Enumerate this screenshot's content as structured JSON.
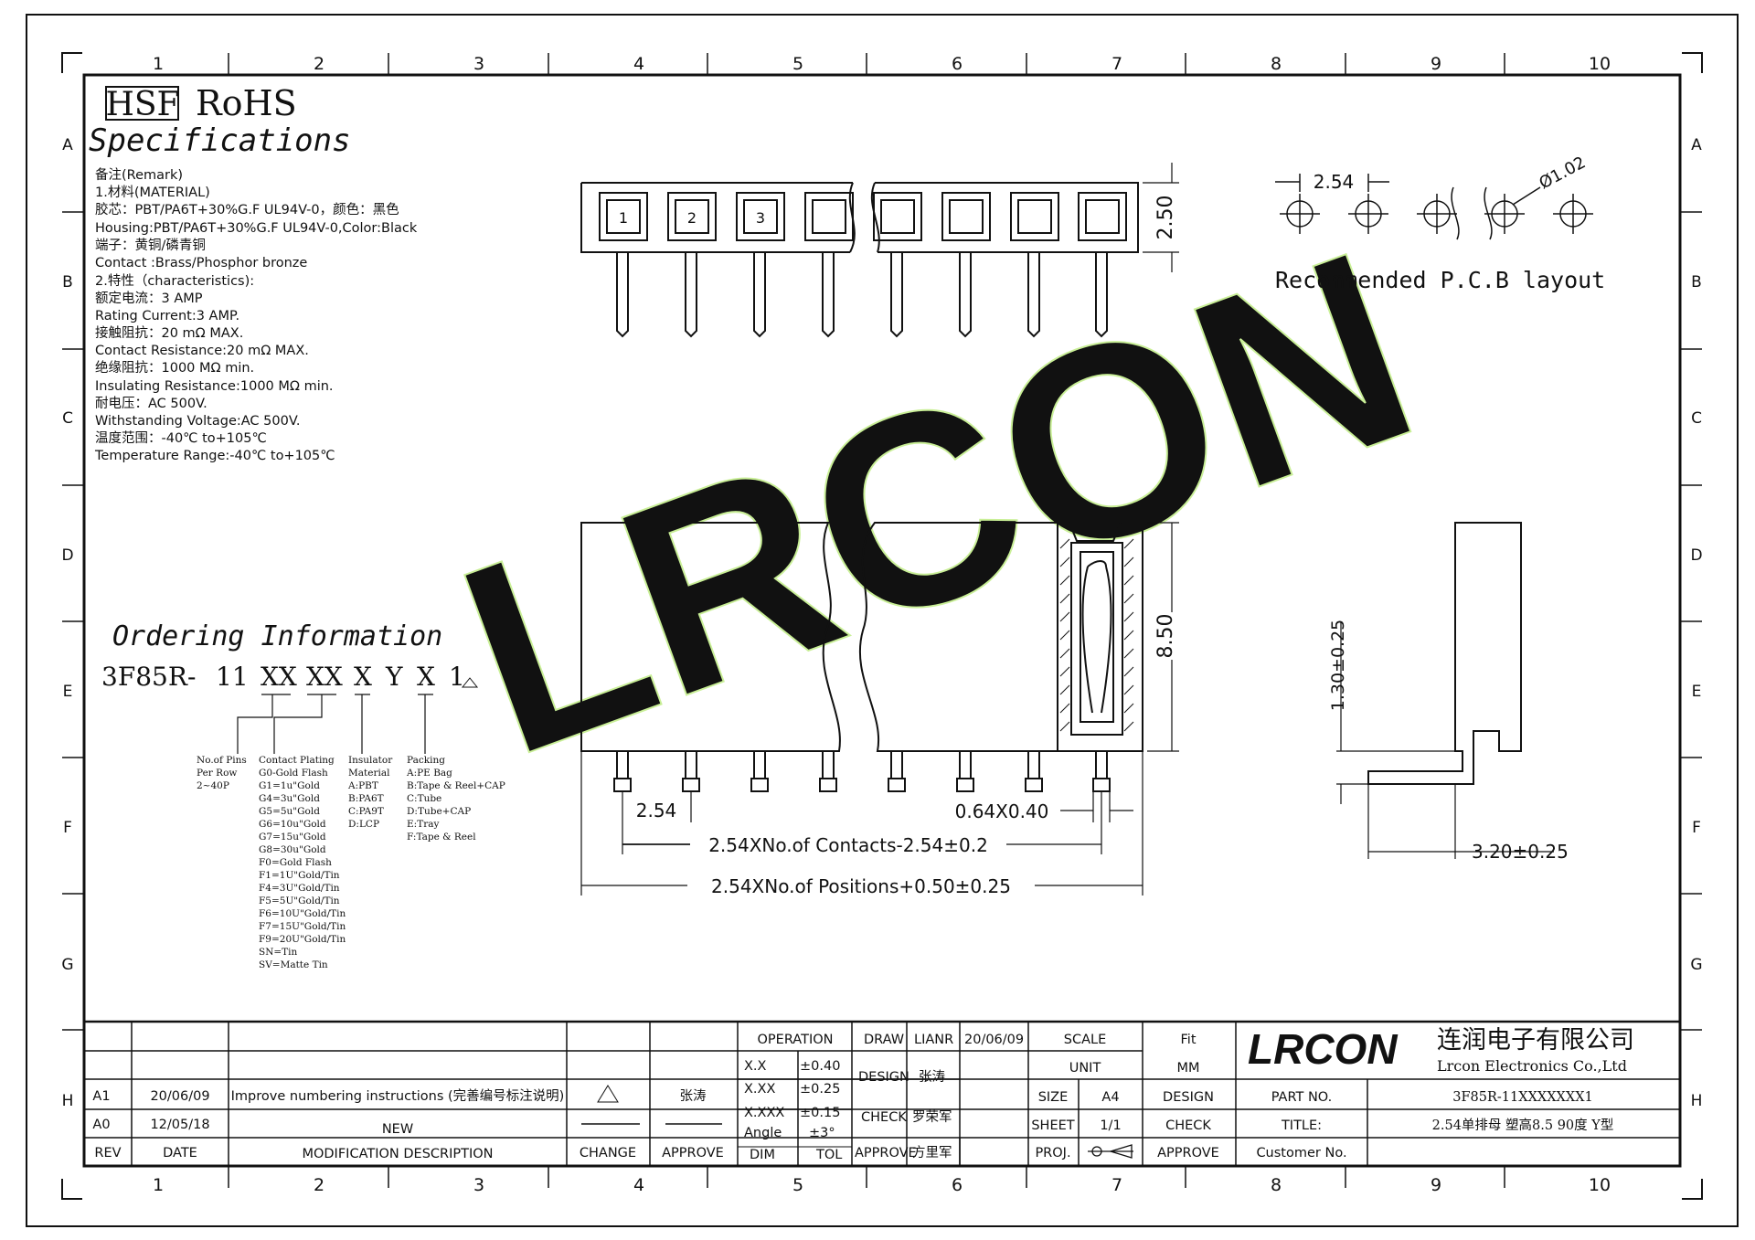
{
  "border": {
    "columns": [
      "1",
      "2",
      "3",
      "4",
      "5",
      "6",
      "7",
      "8",
      "9",
      "10"
    ],
    "rows": [
      "A",
      "B",
      "C",
      "D",
      "E",
      "F",
      "G",
      "H"
    ]
  },
  "header": {
    "hsf": "HSF",
    "rohs": "RoHS",
    "specifications": "Specifications"
  },
  "remarks": [
    "备注(Remark)",
    "1.材料(MATERIAL)",
    "胶芯：PBT/PA6T+30%G.F UL94V-0，颜色：黑色",
    "Housing:PBT/PA6T+30%G.F UL94V-0,Color:Black",
    "端子：黄铜/磷青铜",
    "Contact :Brass/Phosphor bronze",
    "2.特性（characteristics):",
    "额定电流：3 AMP",
    "Rating Current:3 AMP.",
    "接触阻抗：20 mΩ MAX.",
    "Contact Resistance:20 mΩ MAX.",
    "绝缘阻抗：1000 MΩ min.",
    "Insulating Resistance:1000 MΩ  min.",
    "耐电压：AC 500V.",
    "Withstanding Voltage:AC 500V.",
    "温度范围：-40℃ to+105℃",
    "Temperature Range:-40℃ to+105℃"
  ],
  "ordering": {
    "title": "Ordering Information",
    "code": [
      "3F85R-",
      "11",
      "XX",
      "XX",
      "X",
      "Y",
      "X",
      "1"
    ],
    "no_of_pins": [
      "No.of Pins",
      "Per Row",
      "2~40P"
    ],
    "plating": [
      "Contact Plating",
      "G0-Gold Flash",
      "G1=1u\"Gold",
      "G4=3u\"Gold",
      "G5=5u\"Gold",
      "G6=10u\"Gold",
      "G7=15u\"Gold",
      "G8=30u\"Gold",
      "F0=Gold Flash",
      "F1=1U\"Gold/Tin",
      "F4=3U\"Gold/Tin",
      "F5=5U\"Gold/Tin",
      "F6=10U\"Gold/Tin",
      "F7=15U\"Gold/Tin",
      "F9=20U\"Gold/Tin",
      "SN=Tin",
      "SV=Matte Tin"
    ],
    "insulator": [
      "Insulator",
      "Material",
      "A:PBT",
      "B:PA6T",
      "C:PA9T",
      "D:LCP"
    ],
    "packing": [
      "Packing",
      "A:PE Bag",
      "B:Tape & Reel+CAP",
      "C:Tube",
      "D:Tube+CAP",
      "E:Tray",
      "F:Tape & Reel"
    ]
  },
  "top_view": {
    "pins": [
      "1",
      "2",
      "3"
    ],
    "height_dim": "2.50"
  },
  "pcb": {
    "pitch": "2.54",
    "hole": "Ø1.02",
    "label": "Recommended P.C.B layout"
  },
  "front_view": {
    "height_dim": "8.50",
    "pitch": "2.54",
    "pin_size": "0.64X0.40",
    "contacts_dim": "2.54XNo.of Contacts-2.54±0.2",
    "positions_dim": "2.54XNo.of Positions+0.50±0.25"
  },
  "side_view": {
    "standoff": "1.30±0.25",
    "tail": "3.20±0.25"
  },
  "watermark": "LRCON",
  "title_block": {
    "revisions": [
      {
        "rev": "A1",
        "date": "20/06/09",
        "desc": "Improve numbering instructions (完善编号标注说明)",
        "approve": "张涛"
      },
      {
        "rev": "A0",
        "date": "12/05/18",
        "desc": "NEW",
        "approve": ""
      }
    ],
    "headers": {
      "rev": "REV",
      "date": "DATE",
      "desc": "MODIFICATION DESCRIPTION",
      "change": "CHANGE",
      "approve": "APPROVE"
    },
    "operation": "OPERATION",
    "tolerances": [
      {
        "dim": "X.X",
        "tol": "±0.40"
      },
      {
        "dim": "X.XX",
        "tol": "±0.25"
      },
      {
        "dim": "X.XXX",
        "tol": "±0.15"
      },
      {
        "dim": "Angle",
        "tol": "±3°"
      }
    ],
    "dim_label": "DIM",
    "tol_label": "TOL",
    "draw": "DRAW",
    "draw_name": "LIANR",
    "draw_date": "20/06/09",
    "design": "DESIGN",
    "design_name": "张涛",
    "check": "CHECK",
    "check_name": "罗荣军",
    "approve": "APPROVE",
    "approve_name": "方里军",
    "scale": "SCALE",
    "scale_value": "Fit",
    "unit": "UNIT",
    "unit_value": "MM",
    "size": "SIZE",
    "size_value": "A4",
    "sheet": "SHEET",
    "sheet_value": "1/1",
    "proj": "PROJ.",
    "design2": "DESIGN",
    "check2": "CHECK",
    "approve2": "APPROVE",
    "company_logo": "LRCON",
    "company_cn": "连润电子有限公司",
    "company_en": "Lrcon Electronics Co.,Ltd",
    "part_no_label": "PART NO.",
    "part_no": "3F85R-11XXXXXXX1",
    "title_label": "TITLE:",
    "title": "2.54单排母 塑高8.5 90度 Y型",
    "customer_no": "Customer No.",
    "colors": {
      "logo": "#1a3aa8",
      "watermark": "#c9ef97"
    }
  }
}
